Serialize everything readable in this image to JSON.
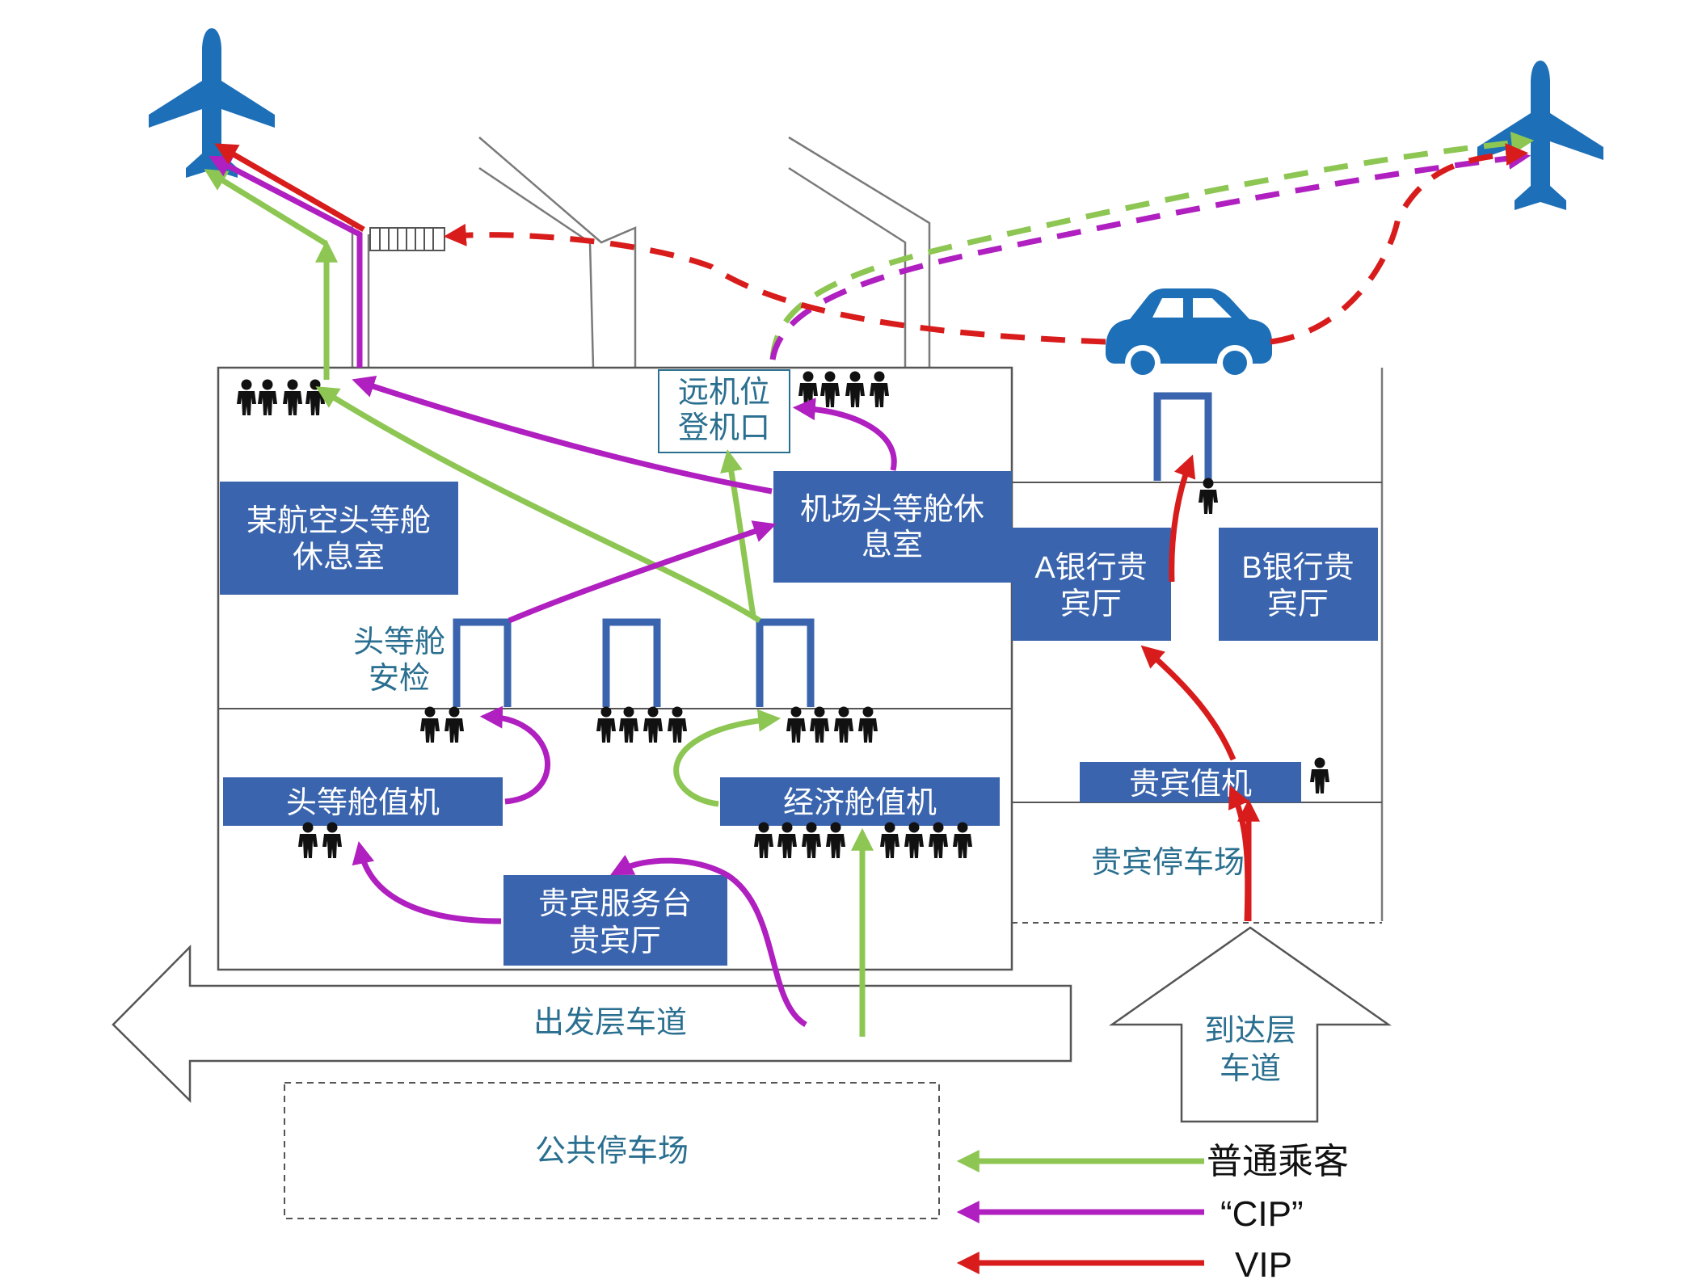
{
  "labels": {
    "airline_lounge": [
      "某航空头等舱",
      "休息室"
    ],
    "remote_gate": [
      "远机位",
      "登机口"
    ],
    "airport_lounge": [
      "机场头等舱休",
      "息室"
    ],
    "bank_a": [
      "A银行贵",
      "宾厅"
    ],
    "bank_b": [
      "B银行贵",
      "宾厅"
    ],
    "first_security": [
      "头等舱",
      "安检"
    ],
    "first_checkin": "头等舱值机",
    "economy_checkin": "经济舱值机",
    "vip_checkin": "贵宾值机",
    "vip_service": [
      "贵宾服务台",
      "贵宾厅"
    ],
    "vip_parking": "贵宾停车场",
    "departure_lane": "出发层车道",
    "arrival_lane": [
      "到达层",
      "车道"
    ],
    "public_parking": "公共停车场"
  },
  "legend": [
    {
      "label": "普通乘客",
      "color": "#8dc653"
    },
    {
      "label": "“CIP”",
      "color": "#b01fbf"
    },
    {
      "label": "VIP",
      "color": "#d81c1c"
    }
  ],
  "colors": {
    "box": "#3a64ad",
    "plane": "#1d6fb8",
    "teal_text": "#2a6f90",
    "regular": "#8dc653",
    "cip": "#b01fbf",
    "vip": "#d81c1c"
  },
  "icons": {
    "plane": "airplane-icon",
    "car": "car-icon",
    "people": "person-icon"
  }
}
